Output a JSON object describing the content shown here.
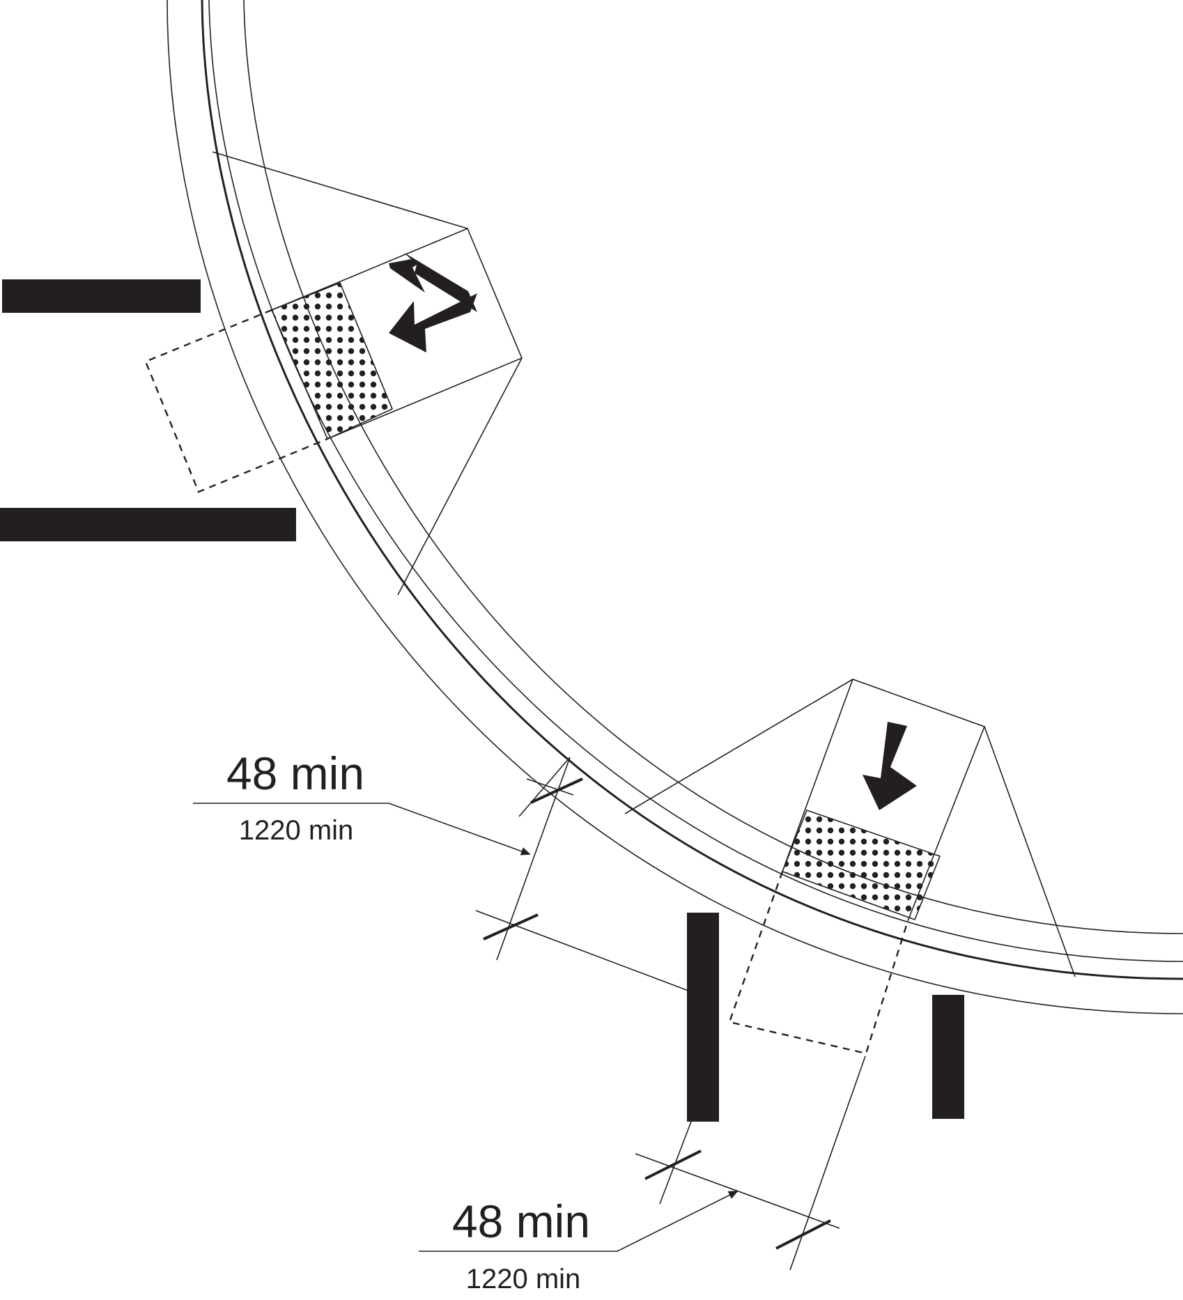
{
  "figure": {
    "dimensions": [
      {
        "id": "curb-ramp-upper-left-landing",
        "primary": "48 min",
        "secondary": "1220 min"
      },
      {
        "id": "curb-ramp-lower-right-landing",
        "primary": "48 min",
        "secondary": "1220 min"
      }
    ],
    "arrows": [
      {
        "id": "upper-ramp-direction",
        "direction": "down-left"
      },
      {
        "id": "lower-ramp-direction",
        "direction": "down"
      }
    ],
    "colors": {
      "ink": "#231f20",
      "background": "#ffffff"
    }
  }
}
